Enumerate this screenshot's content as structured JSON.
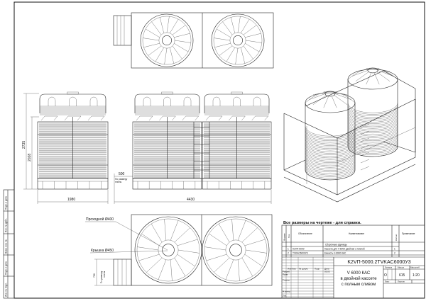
{
  "sheet": {
    "note": "Все размеры на чертеже - для справки.",
    "side_stamp": [
      "Инв. № подл.",
      "Подп. и дата",
      "Взам. инв. №",
      "Инв. № дубл.",
      "Подп. и дата"
    ]
  },
  "dimensions": {
    "total_height": "2735",
    "frame_height": "2028",
    "width_side": "1980",
    "length": "4430",
    "offset": "500",
    "offset_note_1": "По размеру",
    "offset_note_2": "плиты",
    "stair_width": "750",
    "stair_note_1": "По размеру",
    "stair_note_2": "плиты"
  },
  "callouts": {
    "hatch": "Проходной Ø400",
    "lid": "Крышка Ø450"
  },
  "spec_table": {
    "headers": [
      "Формат",
      "Поз.",
      "Обозначение",
      "Наименование",
      "Кол-во",
      "Примечание"
    ],
    "section": "Сборочные единицы",
    "rows": [
      {
        "pos": "1",
        "code": "K2VП-5000",
        "name": "Кассета для V-6000 двойная с помпой",
        "qty": "1"
      },
      {
        "pos": "2",
        "code": "TVKAC6000У3",
        "name": "Емкость V-6000 КАС",
        "qty": "2"
      }
    ]
  },
  "title_block": {
    "designation": "K2VП-5000.2TVKAC6000У3",
    "name_1": "V 6000 КАС",
    "name_2": "в двойной кассете",
    "name_3": "с полным сливом",
    "col_headers": [
      "Изм",
      "Лист",
      "№ докум.",
      "Подп.",
      "Дата"
    ],
    "date": "03.03",
    "roles": [
      "Разраб.",
      "Пров.",
      "Т.контр.",
      "Н.контр.",
      "Утв."
    ],
    "letter_label": "Литера",
    "mass_label": "Масса",
    "scale_label": "Масштаб",
    "letter": "О",
    "mass": "615",
    "scale": "1:20",
    "sheet_label": "Лист",
    "sheets_label": "Листов"
  }
}
